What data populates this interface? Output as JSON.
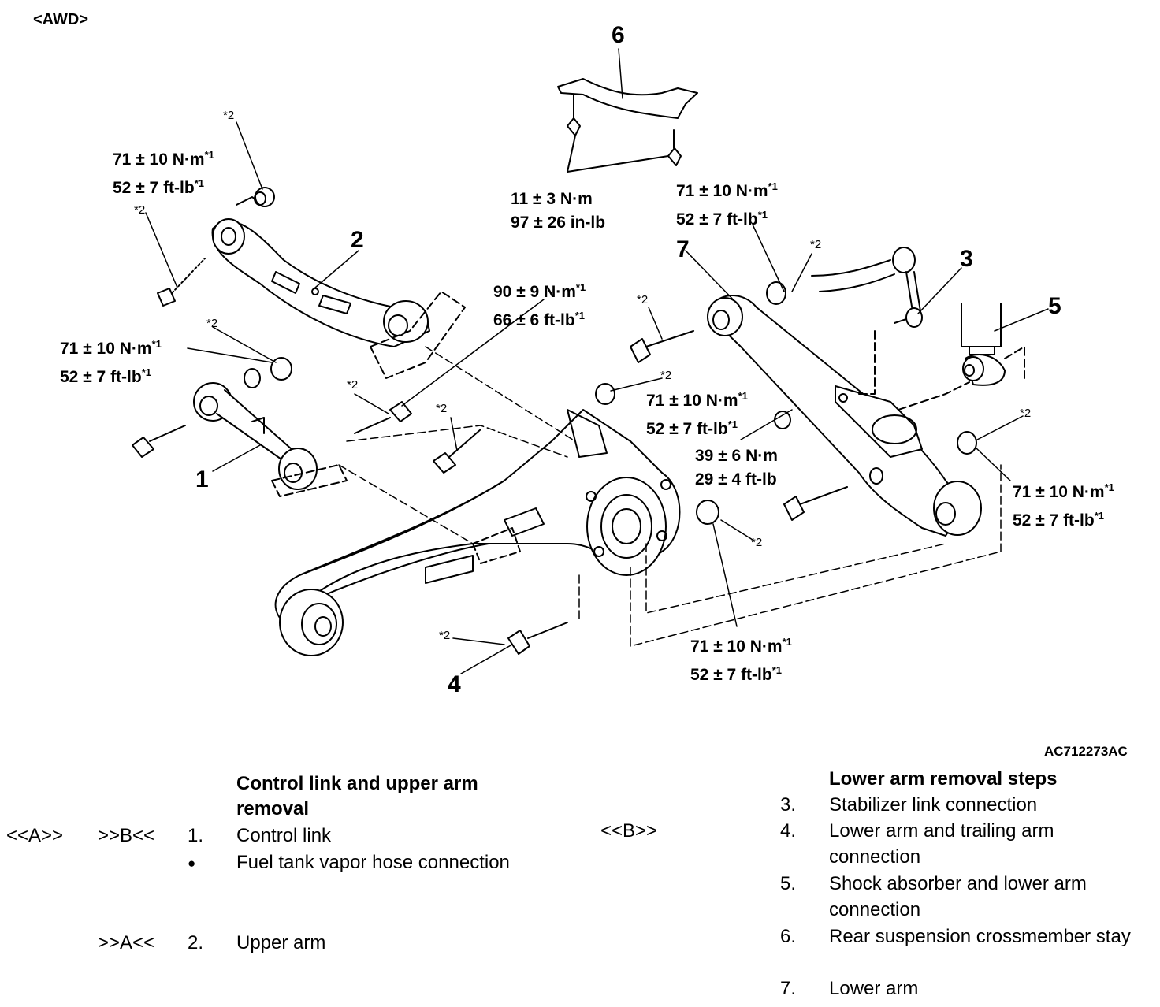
{
  "header": {
    "variant": "<AWD>",
    "figure_code": "AC712273AC"
  },
  "callouts": {
    "n1": "1",
    "n2": "2",
    "n3": "3",
    "n4": "4",
    "n5": "5",
    "n6": "6",
    "n7": "7"
  },
  "star2": "*2",
  "torque": {
    "t_71_nm": "71 ± 10 N·m",
    "t_52_ftlb": "52 ± 7 ft-lb",
    "t_90_nm": "90 ± 9 N·m",
    "t_66_ftlb": "66 ± 6 ft-lb",
    "t_11_nm": "11 ± 3 N·m",
    "t_97_inlb": "97 ± 26 in-lb",
    "t_39_nm": "39 ± 6 N·m",
    "t_29_ftlb": "29 ± 4 ft-lb",
    "sup1": "*1"
  },
  "left_procedure": {
    "title_line1": "Control link and upper arm",
    "title_line2": "removal",
    "step1": {
      "ref_a": "<<A>>",
      "ref_b": ">>B<<",
      "num": "1.",
      "label": "Control link"
    },
    "bullet": {
      "symbol": "●",
      "label": "Fuel tank vapor hose connection"
    },
    "step2": {
      "ref": ">>A<<",
      "num": "2.",
      "label": "Upper arm"
    }
  },
  "right_procedure": {
    "ref": "<<B>>",
    "title": "Lower arm removal steps",
    "steps": [
      {
        "num": "3.",
        "label": "Stabilizer link connection"
      },
      {
        "num": "4.",
        "label": "Lower arm and trailing arm connection"
      },
      {
        "num": "5.",
        "label": "Shock absorber and lower arm connection"
      },
      {
        "num": "6.",
        "label": "Rear suspension crossmember stay"
      },
      {
        "num": "7.",
        "label": "Lower arm"
      }
    ]
  }
}
